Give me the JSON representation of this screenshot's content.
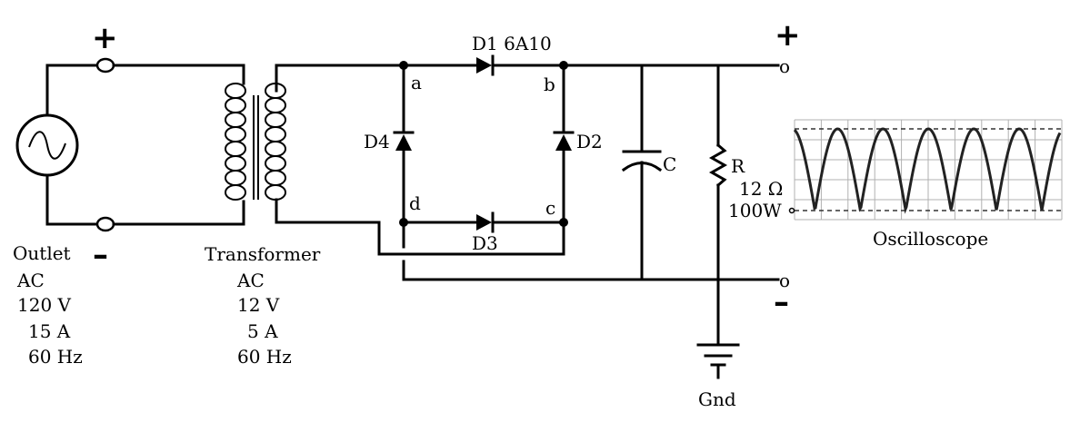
{
  "outlet": {
    "title": "Outlet",
    "type": "AC",
    "voltage": "120 V",
    "current": "15 A",
    "frequency": "60 Hz",
    "plus": "+",
    "minus": "–"
  },
  "transformer": {
    "title": "Transformer",
    "type": "AC",
    "voltage": "12 V",
    "current": "5 A",
    "frequency": "60 Hz"
  },
  "bridge": {
    "d1": "D1 6A10",
    "d2": "D2",
    "d3": "D3",
    "d4": "D4",
    "node_a": "a",
    "node_b": "b",
    "node_c": "c",
    "node_d": "d"
  },
  "filter": {
    "capacitor": "C",
    "resistor": "R",
    "resistance": "12 Ω",
    "power": "100W"
  },
  "output": {
    "plus": "+",
    "minus": "–",
    "terminal_top": "o",
    "terminal_bottom": "o",
    "ground": "Gnd"
  },
  "oscilloscope": {
    "label": "Oscilloscope",
    "peaks": 6
  }
}
